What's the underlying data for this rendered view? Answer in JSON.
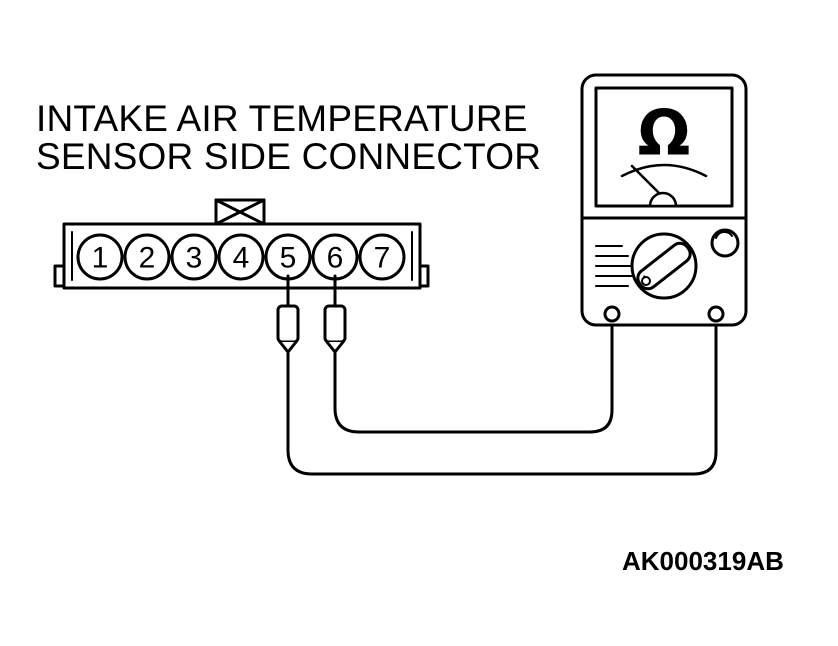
{
  "title": {
    "line1": "INTAKE AIR TEMPERATURE",
    "line2": "SENSOR SIDE CONNECTOR"
  },
  "connector": {
    "pins": [
      "1",
      "2",
      "3",
      "4",
      "5",
      "6",
      "7"
    ],
    "probed_pins": [
      "5",
      "6"
    ]
  },
  "meter": {
    "unit_symbol": "Ω"
  },
  "figure_code": "AK000319AB"
}
